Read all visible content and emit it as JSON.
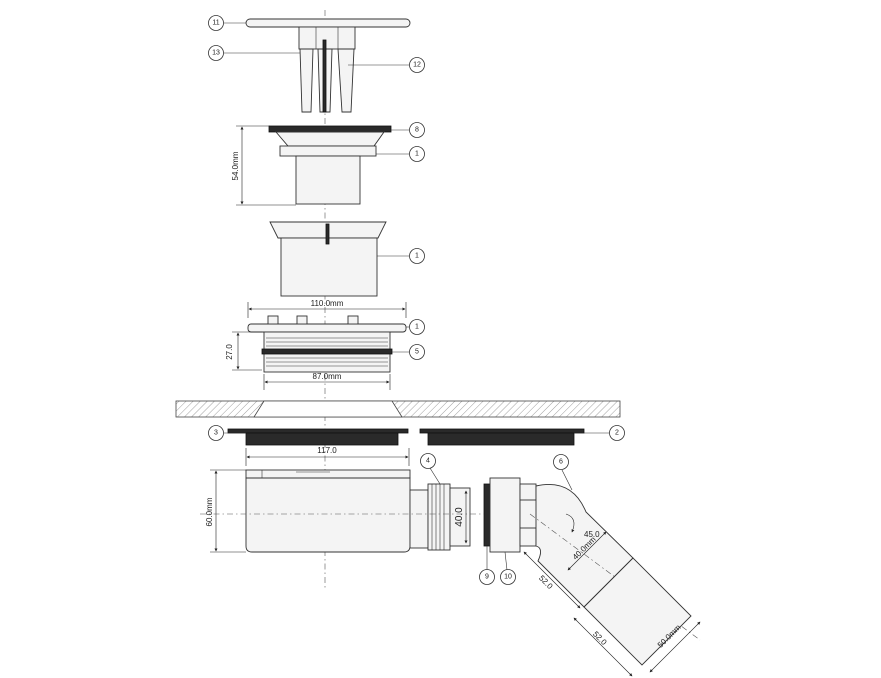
{
  "callouts": {
    "c11": "11",
    "c13": "13",
    "c12": "12",
    "c8": "8",
    "c1a": "1",
    "c1b": "1",
    "c1c": "1",
    "c5": "5",
    "c3": "3",
    "c2": "2",
    "c4": "4",
    "c6": "6",
    "c9": "9",
    "c10": "10"
  },
  "dimensions": {
    "d54": "54.0mm",
    "d110": "110.0mm",
    "d27": "27.0",
    "d87": "87.0mm",
    "d117": "117.0",
    "d60": "60.0mm",
    "d40v": "40.0",
    "d45": "45.0",
    "d40mm": "40.0mm",
    "d52a": "52.0",
    "d52b": "52.0",
    "d50": "50.0mm"
  },
  "colors": {
    "line": "#333333",
    "dark_part": "#2a2a2a",
    "hatch": "#888888"
  }
}
